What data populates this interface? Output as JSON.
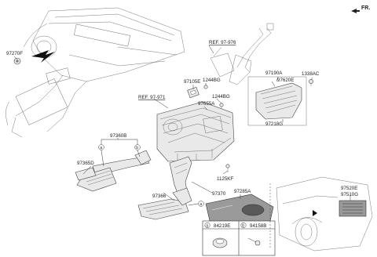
{
  "direction_label": "FR.",
  "callouts": [
    {
      "id": "97270F",
      "text": "97270F"
    },
    {
      "id": "REF97976",
      "text": "REF. 97-976"
    },
    {
      "id": "97190A",
      "text": "97190A"
    },
    {
      "id": "1338AC",
      "text": "1338AC"
    },
    {
      "id": "97105E",
      "text": "97105E"
    },
    {
      "id": "1244BG_a",
      "text": "1244BG"
    },
    {
      "id": "97620E",
      "text": "97620E"
    },
    {
      "id": "REF97971",
      "text": "REF. 97-971"
    },
    {
      "id": "1244BG_b",
      "text": "1244BG"
    },
    {
      "id": "97655A",
      "text": "97655A"
    },
    {
      "id": "97218G",
      "text": "97218G"
    },
    {
      "id": "97360B",
      "text": "97360B"
    },
    {
      "id": "97365D",
      "text": "97365D"
    },
    {
      "id": "1125KF",
      "text": "1125KF"
    },
    {
      "id": "97370",
      "text": "97370"
    },
    {
      "id": "97285A",
      "text": "97285A"
    },
    {
      "id": "97366",
      "text": "97366"
    },
    {
      "id": "97520E",
      "text": "97520E"
    },
    {
      "id": "97510G",
      "text": "97510G"
    }
  ],
  "circle_refs": {
    "a": "a",
    "b": "b"
  },
  "legend": {
    "a_label": "a",
    "a_part": "84219E",
    "b_label": "b",
    "b_part": "94158B"
  }
}
